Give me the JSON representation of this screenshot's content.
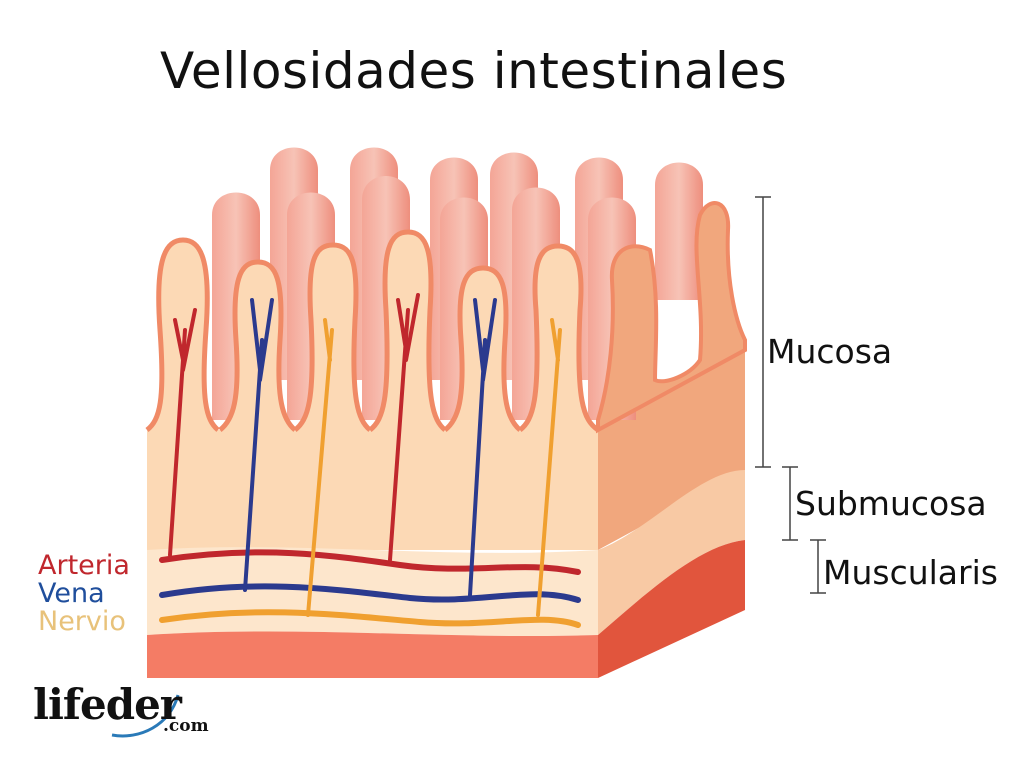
{
  "title": "Vellosidades intestinales",
  "layers": {
    "mucosa": "Mucosa",
    "submucosa": "Submucosa",
    "muscularis": "Muscularis"
  },
  "legend": [
    {
      "label": "Arteria",
      "color": "#c0272d"
    },
    {
      "label": "Vena",
      "color": "#1f4e9c"
    },
    {
      "label": "Nervio",
      "color": "#e8c27a"
    }
  ],
  "logo": {
    "name": "lifeder",
    "suffix": ".com"
  }
}
